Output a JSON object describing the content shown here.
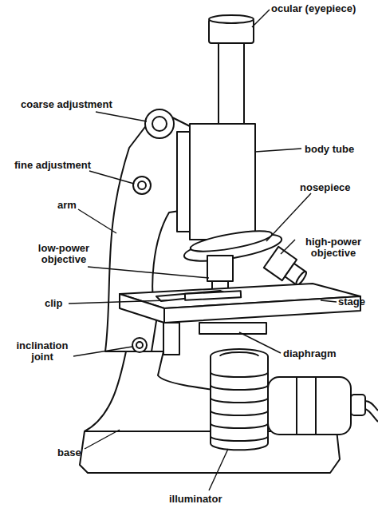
{
  "diagram": {
    "labels": [
      "ocular (eyepiece)",
      "coarse adjustment",
      "body tube",
      "fine adjustment",
      "nosepiece",
      "arm",
      "high-power objective",
      "low-power objective",
      "clip",
      "stage",
      "inclination joint",
      "diaphragm",
      "base",
      "illuminator"
    ]
  }
}
